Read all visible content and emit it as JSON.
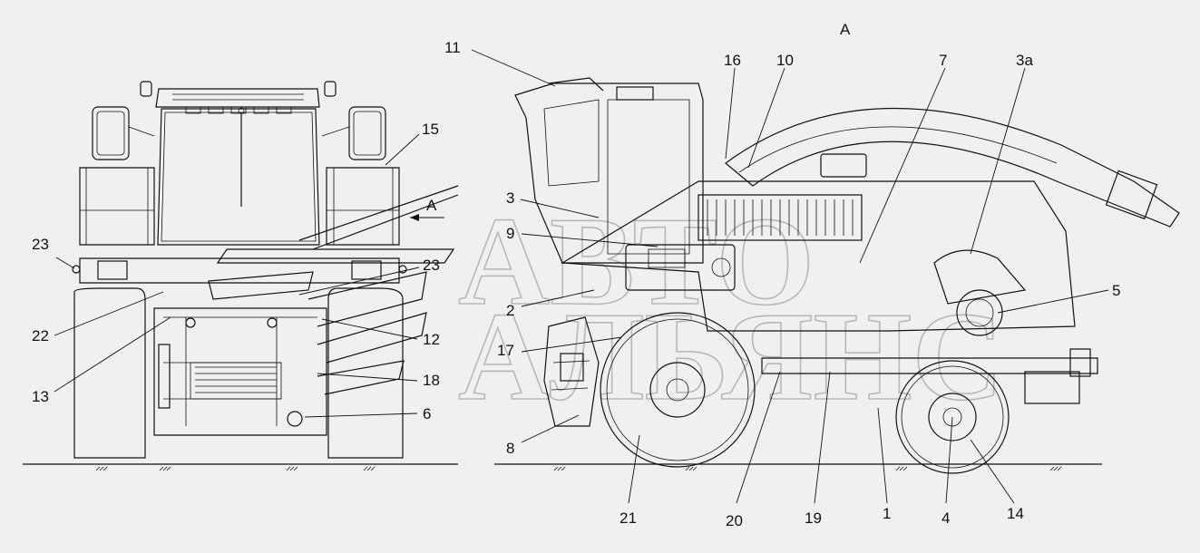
{
  "view_label": "А",
  "arrow_label": "А",
  "watermark": {
    "line1": "АВТО",
    "line2": "АЛЬЯНС"
  },
  "callouts": {
    "front": [
      "15",
      "23",
      "23",
      "22",
      "13",
      "12",
      "18",
      "6"
    ],
    "side": [
      "11",
      "16",
      "10",
      "7",
      "3а",
      "3",
      "9",
      "2",
      "17",
      "8",
      "5",
      "21",
      "20",
      "19",
      "1",
      "4",
      "14"
    ]
  }
}
